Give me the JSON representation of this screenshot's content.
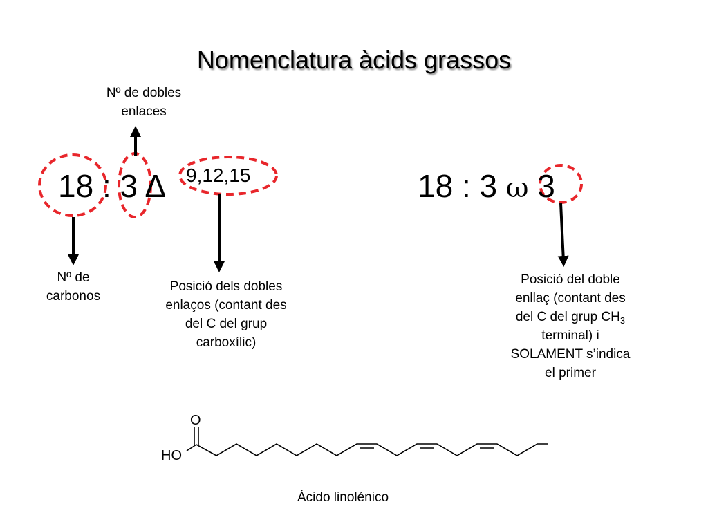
{
  "title": "Nomenclatura àcids grassos",
  "delta_notation": {
    "carbons": "18",
    "separator": ":",
    "double_bonds": "3",
    "symbol": "Δ",
    "positions": "9,12,15"
  },
  "omega_notation": {
    "carbons": "18",
    "separator": ":",
    "double_bonds": "3",
    "symbol": "ω",
    "position": "3"
  },
  "labels": {
    "double_bonds_count": [
      "Nº  de dobles",
      "enlaces"
    ],
    "carbon_count": [
      "Nº  de",
      "carbonos"
    ],
    "delta_positions": [
      "Posició dels dobles",
      "enlaços (contant des",
      "del C del grup",
      "carboxílic)"
    ],
    "omega_position": {
      "line1": "Posició del doble",
      "line2": "enllaç (contant des",
      "line3_prefix": "del C del grup CH",
      "line3_subscript": "3",
      "line4": "terminal) i",
      "line5": "SOLAMENT s’indica",
      "line6": "el primer"
    }
  },
  "structure": {
    "oxygen_label": "O",
    "hydroxyl_label": "HO",
    "name": "Ácido linolénico"
  },
  "colors": {
    "highlight_circle": "#e8262b",
    "arrow": "#000000"
  }
}
